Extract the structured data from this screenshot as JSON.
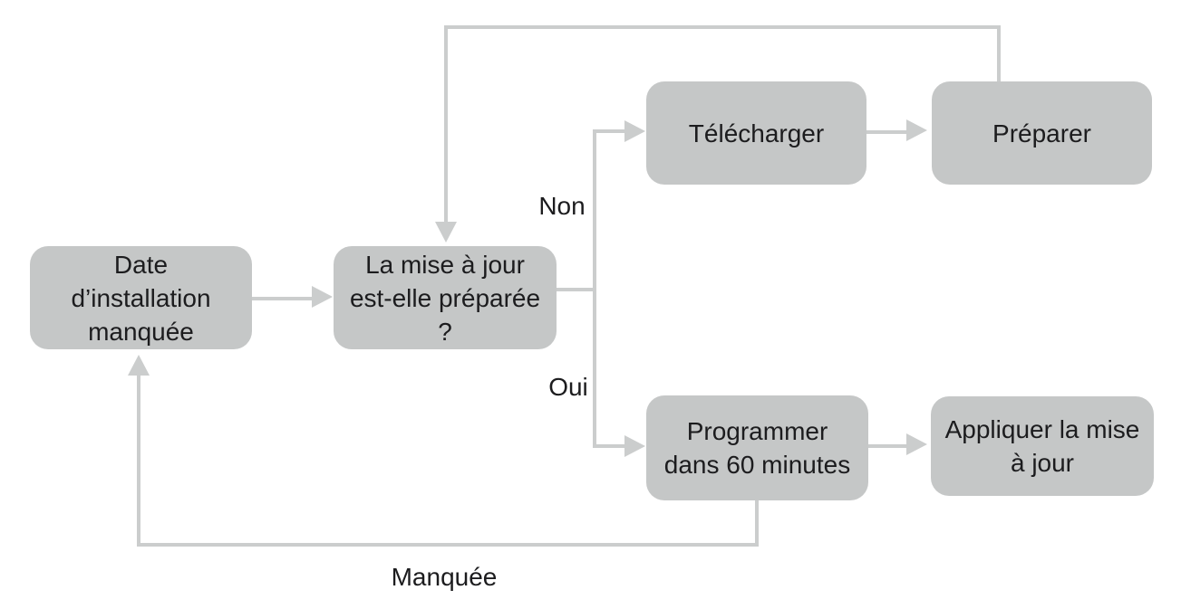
{
  "diagram": {
    "nodes": [
      {
        "id": "missed-install-date",
        "label": "Date d’installation manquée"
      },
      {
        "id": "is-update-prepared",
        "label": "La mise à jour est-elle préparée ?"
      },
      {
        "id": "download",
        "label": "Télécharger"
      },
      {
        "id": "prepare",
        "label": "Préparer"
      },
      {
        "id": "schedule-60-minutes",
        "label": "Programmer dans 60 minutes"
      },
      {
        "id": "apply-update",
        "label": "Appliquer la mise à jour"
      }
    ],
    "edge_labels": {
      "non": "Non",
      "oui": "Oui",
      "manquee": "Manquée"
    },
    "colors": {
      "node_fill": "#c5c7c7",
      "line": "#cbcdcd",
      "text": "#1c1c1e",
      "background": "#ffffff"
    }
  }
}
